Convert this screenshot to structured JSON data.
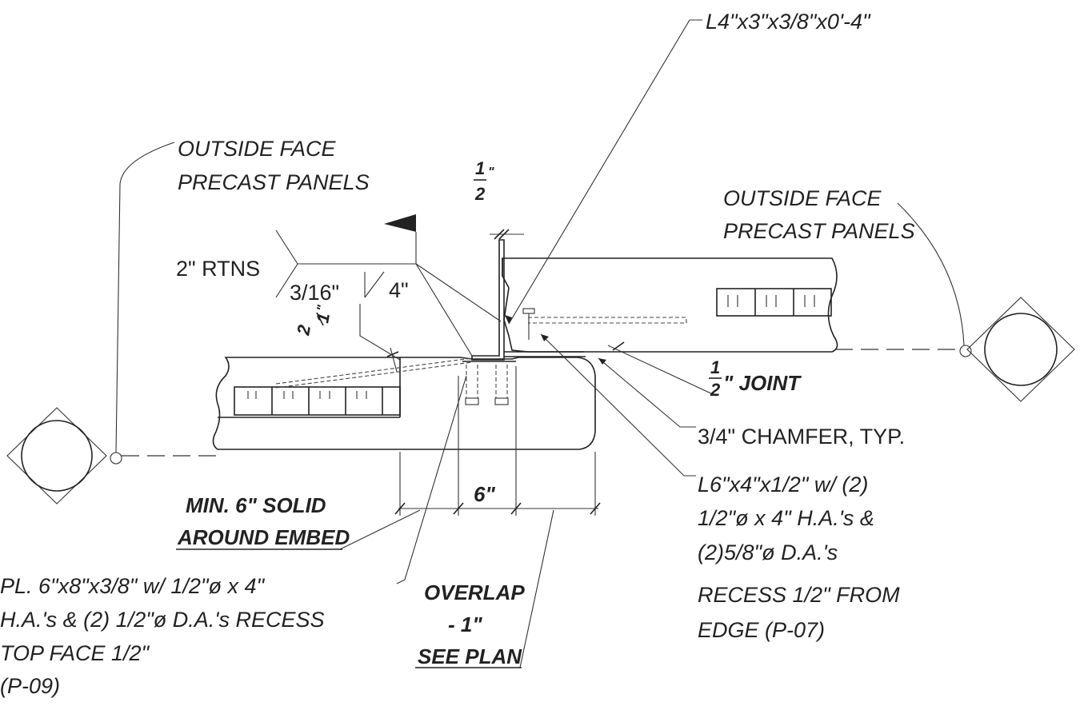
{
  "labels": {
    "angle_top": "L4\"x3\"x3/8\"x0'-4\"",
    "outside_face_left_1": "OUTSIDE FACE",
    "outside_face_left_2": "PRECAST PANELS",
    "outside_face_right_1": "OUTSIDE FACE",
    "outside_face_right_2": "PRECAST PANELS",
    "weld_rtns": "2\" RTNS",
    "weld_size": "3/16\"",
    "weld_length": "4\"",
    "half_top_num": "1",
    "half_top_den": "2",
    "half_top_mark": "\"",
    "half_left_num": "1",
    "half_left_den": "2",
    "half_left_mark": "\"",
    "joint_num": "1",
    "joint_den": "2",
    "joint_text": "\" JOINT",
    "chamfer": "3/4\" CHAMFER, TYP.",
    "dim_six": "6\"",
    "min_solid_1": "MIN. 6\" SOLID",
    "min_solid_2": "AROUND EMBED",
    "plate_1": "PL. 6\"x8\"x3/8\" w/ 1/2\"ø x 4\"",
    "plate_2": "H.A.'s & (2) 1/2\"ø D.A.'s RECESS",
    "plate_3": "TOP FACE 1/2\"",
    "plate_4": "(P-09)",
    "overlap_1": "OVERLAP",
    "overlap_2": "- 1\"",
    "overlap_3": "SEE PLAN",
    "angle_bottom_1": "L6\"x4\"x1/2\" w/ (2)",
    "angle_bottom_2": "1/2\"ø x 4\" H.A.'s &",
    "angle_bottom_3": "(2)5/8\"ø D.A.'s",
    "angle_bottom_4": "RECESS  1/2\" FROM",
    "angle_bottom_5": "EDGE (P-07)"
  }
}
